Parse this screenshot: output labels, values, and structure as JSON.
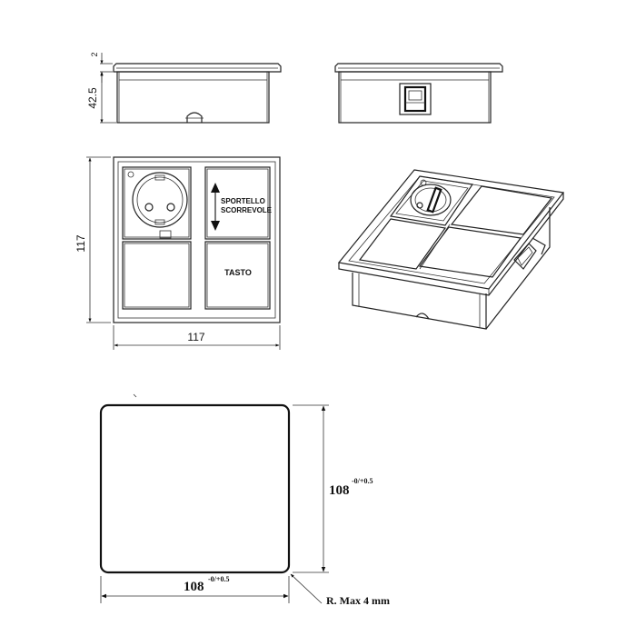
{
  "dimensions": {
    "top_small": "2",
    "height": "42.5",
    "width_vertical": "117",
    "width_horizontal": "117",
    "cutout_vertical": "108",
    "cutout_vertical_tol": "-0/+0.5",
    "cutout_horizontal": "108",
    "cutout_horizontal_tol": "-0/+0.5",
    "radius_note": "R. Max 4 mm"
  },
  "labels": {
    "sportello_line1": "SPORTELLO",
    "sportello_line2": "SCORREVOLE",
    "tasto": "TASTO"
  },
  "colors": {
    "line": "#222222",
    "background": "#ffffff"
  }
}
